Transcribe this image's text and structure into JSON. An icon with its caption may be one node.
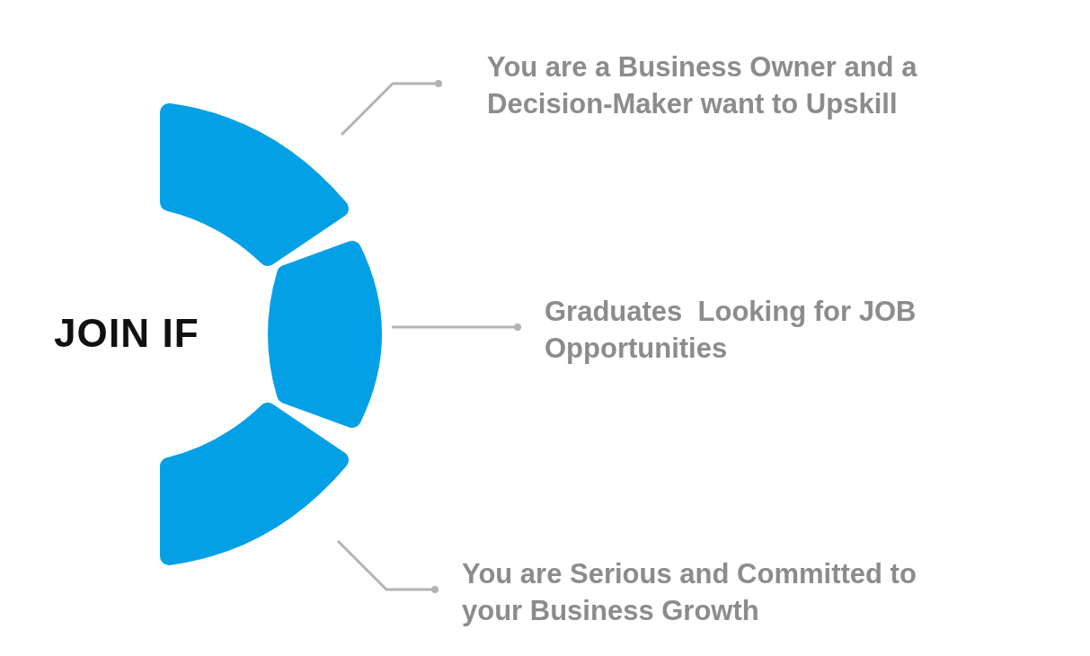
{
  "diagram": {
    "nodes": [
      {
        "text": [],
        "shape": "segment"
      },
      {
        "text": [],
        "shape": "segment"
      },
      {
        "text": [],
        "shape": "segment"
      },
      {
        "text": [
          "You are a Business Owner and a Decision-Maker want to Upskill"
        ]
      },
      {
        "text": [
          "Graduates  Looking for JOB Opportunities"
        ]
      },
      {
        "text": [
          "You are Serious and Committed to your Business Growth"
        ]
      }
    ],
    "edges": [
      {
        "from": 3,
        "to": 0,
        "arrow": "other"
      },
      {
        "from": 4,
        "to": 1,
        "arrow": "other"
      },
      {
        "from": 5,
        "to": 2,
        "arrow": "other"
      }
    ],
    "labels": [
      "JOIN IF"
    ]
  }
}
